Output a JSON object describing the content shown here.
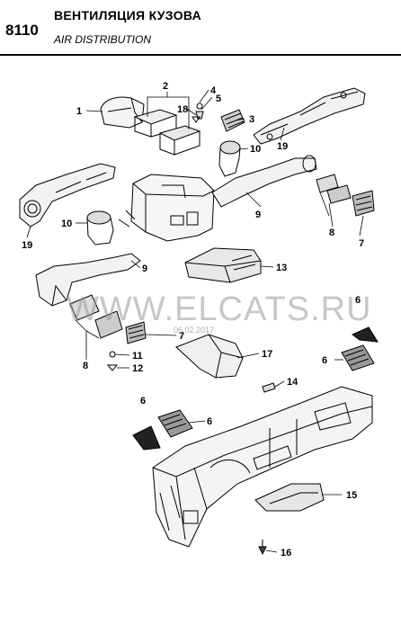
{
  "header": {
    "section_code": "8110",
    "title_ru": "ВЕНТИЛЯЦИЯ КУЗОВА",
    "title_en": "AIR DISTRIBUTION"
  },
  "watermark": {
    "text": "WWW.ELCATS.RU",
    "date": "06.02.2017"
  },
  "callouts": [
    "1",
    "2",
    "3",
    "4",
    "5",
    "18",
    "10",
    "19",
    "19",
    "10",
    "9",
    "9",
    "13",
    "8",
    "7",
    "6",
    "7",
    "8",
    "11",
    "12",
    "17",
    "14",
    "6",
    "6",
    "15",
    "16"
  ]
}
